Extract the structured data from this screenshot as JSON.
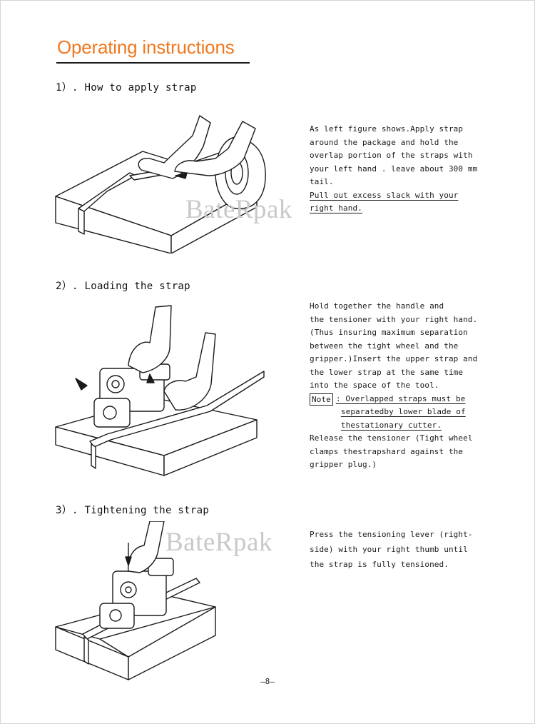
{
  "title": "Operating instructions",
  "sections": [
    {
      "heading": "1）. How to apply strap",
      "lines": [
        "As left figure shows.Apply strap",
        "around the package and hold the",
        "overlap portion of the straps with",
        "your left hand . leave about 300 mm",
        "tail.",
        "Pull out excess slack with your",
        "right hand."
      ]
    },
    {
      "heading": "2）. Loading the strap",
      "lines": [
        "Hold together the handle and",
        "the tensioner with your right hand.",
        "(Thus insuring maximum separation",
        "between the tight wheel and the",
        "gripper.)Insert the upper strap and",
        "the lower strap at the same time",
        "into the space of the tool."
      ],
      "note_label": "Note",
      "note_lines": [
        ": Overlapped straps must be",
        "separatedby lower blade of",
        "thestationary cutter."
      ],
      "after_lines": [
        "Release the tensioner (Tight wheel",
        "clamps thestrapshard against the",
        "gripper plug.)"
      ]
    },
    {
      "heading": "3）. Tightening the strap",
      "lines": [
        "Press the tensioning lever (right-",
        "side) with your right thumb until",
        "the strap is fully tensioned."
      ]
    }
  ],
  "watermark": "BateRpak",
  "page_number": "—8—"
}
